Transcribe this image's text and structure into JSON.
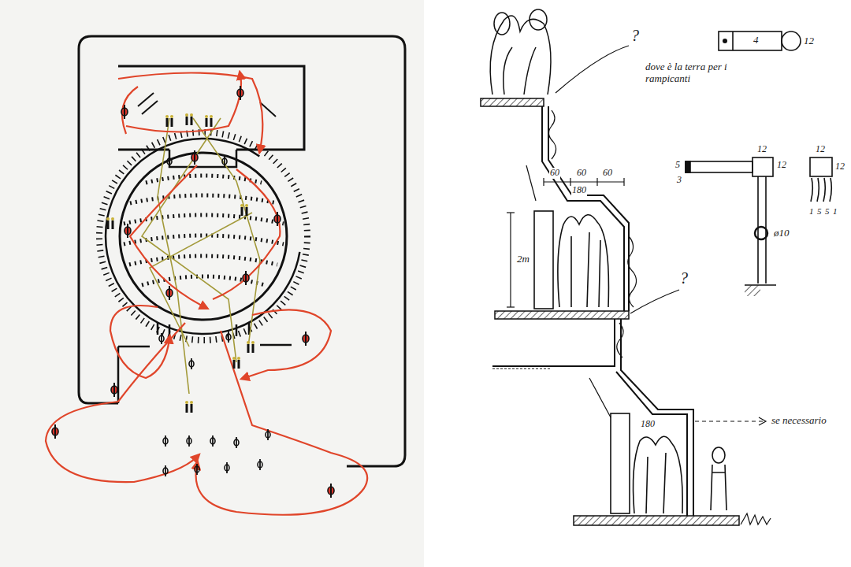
{
  "diagram": {
    "labels": [
      "?",
      "dove è la terra per i rampicanti",
      "4",
      "12",
      "60",
      "60",
      "60",
      "180",
      "5",
      "3",
      "12",
      "12",
      "ø10",
      "12",
      "12",
      "1",
      "5",
      "5",
      "1",
      "2m",
      "?",
      "180",
      "se necessario"
    ]
  }
}
